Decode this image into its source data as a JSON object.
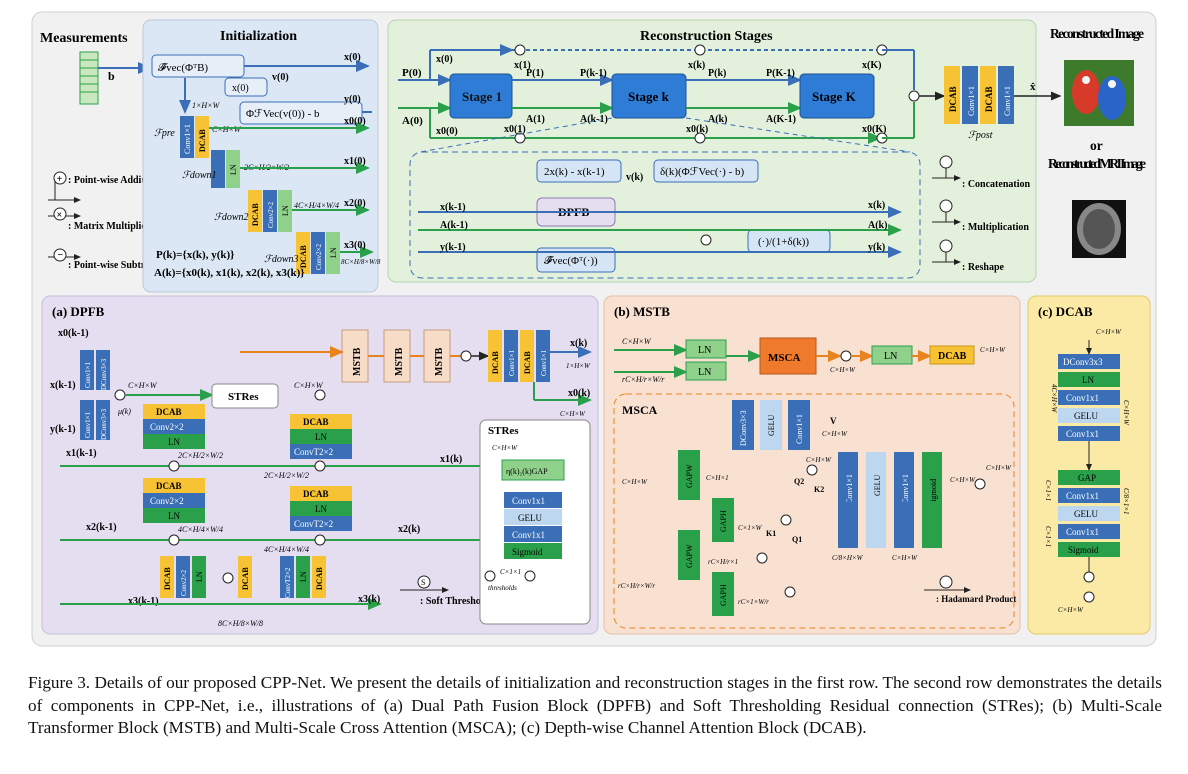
{
  "measurements": {
    "title": "Measurements",
    "b": "b"
  },
  "legend_left": {
    "addition": ": Point-wise Addition",
    "matmul": ": Matrix Multiplication",
    "subtraction": ": Point-wise Subtraction"
  },
  "init": {
    "title": "Initialization",
    "blocks": {
      "fvec_phiT_b": "𝓕̂vec(ΦᵀΒ)",
      "x0_box": "x(0)",
      "phi_box": "ΦℱVec(v(0)) - b",
      "conv": "Conv1×1",
      "dcab": "DCAB",
      "conv22": "Conv2×2",
      "ln": "LN"
    },
    "labels": {
      "x0": "x(0)",
      "v0": "v(0)",
      "y0": "y(0)",
      "x00": "x0(0)",
      "x10": "x1(0)",
      "x20": "x2(0)",
      "x30": "x3(0)",
      "dim_1hw": "1×H×W",
      "dim_chw": "C×H×W",
      "dim_2c": "2C×H/2×W/2",
      "dim_4c": "4C×H/4×W/4",
      "dim_8c": "8C×H/8×W/8",
      "fpre": "ℱpre",
      "fdown1": "ℱdown1",
      "fdown2": "ℱdown2",
      "fdown3": "ℱdown3",
      "pk": "P(k)={x(k), y(k)}",
      "ak": "A(k)={x0(k), x1(k), x2(k), x3(k)}"
    }
  },
  "recon": {
    "title": "Reconstruction Stages",
    "stages": [
      "Stage 1",
      "Stage k",
      "Stage K"
    ],
    "labels": {
      "p0": "P(0)",
      "a0": "A(0)",
      "p1": "P(1)",
      "a1": "A(1)",
      "pk1": "P(k-1)",
      "ak1": "A(k-1)",
      "pk": "P(k)",
      "ak": "A(k)",
      "pK1": "P(K-1)",
      "aK1": "A(K-1)",
      "x0": "x(0)",
      "x1": "x(1)",
      "xk": "x(k)",
      "xK": "x(K)",
      "x00": "x0(0)",
      "x01": "x0(1)",
      "x0k": "x0(k)",
      "x0K": "x0(K)"
    },
    "detail": {
      "top": "2x(k) - x(k-1)",
      "delta": "δ(k)(ΦℱVec(·) - b)",
      "dpfb": "DPFB",
      "fvec": "𝓕̂vec(Φᵀ(·))",
      "ratio": "(·)/(1+δ(k))",
      "xk1": "x(k-1)",
      "ak1": "A(k-1)",
      "yk1": "y(k-1)",
      "xk": "x(k)",
      "ak": "A(k)",
      "yk": "y(k)",
      "vk": "v(k)"
    },
    "post": {
      "dcab": "DCAB",
      "conv": "Conv1×1",
      "fpost": "ℱpost",
      "xhat": "x̂"
    }
  },
  "legend_right": {
    "concat": ": Concatenation",
    "mult": ": Multiplication",
    "reshape": ": Reshape"
  },
  "output": {
    "title1": "Reconstructed Image",
    "or": "or",
    "title2": "Reconstructed MRI Image"
  },
  "dpfb": {
    "title": "(a) DPFB",
    "blocks": {
      "conv11": "Conv1×1",
      "dconv33": "DConv3×3",
      "dcab": "DCAB",
      "conv22": "Conv2×2",
      "ln": "LN",
      "stres": "STRes",
      "mstb": "MSTB",
      "convt22": "ConvT2×2",
      "conv1x1": "Conv1×1"
    },
    "labels": {
      "x0k1": "x0(k-1)",
      "xk1": "x(k-1)",
      "yk1": "y(k-1)",
      "x1k1": "x1(k-1)",
      "x2k1": "x2(k-1)",
      "x3k1": "x3(k-1)",
      "mu": "μ(k)",
      "xk": "x(k)",
      "x0k": "x0(k)",
      "x1k": "x1(k)",
      "x2k": "x2(k)",
      "x3k": "x3(k)",
      "chw": "C×H×W",
      "c2": "2C×H/2×W/2",
      "c4": "4C×H/4×W/4",
      "c8": "8C×H/8×W/8",
      "one": "1×H×W",
      "soft": ": Soft Thresholding"
    },
    "stres": {
      "title": "STRes",
      "gap": "η(k)₂(k)GAP",
      "conv": "Conv1x1",
      "gelu": "GELU",
      "sig": "Sigmoid",
      "chw": "C×H×W",
      "c11": "C×1×1",
      "thr": "thresholds"
    }
  },
  "mstb": {
    "title": "(b) MSTB",
    "blocks": {
      "ln": "LN",
      "msca": "MSCA",
      "dcab": "DCAB"
    },
    "labels": {
      "in1": "C×H×W",
      "in2": "rC×H/r×W/r",
      "chw": "C×H×W",
      "out": "C×H×W"
    },
    "msca": {
      "title": "MSCA",
      "dconv": "DConv3×3",
      "gelu": "GELU",
      "conv": "Conv1×1",
      "gapw": "GAPW",
      "gaph": "GAPH",
      "sig": "Sigmoid",
      "v": "V",
      "q1": "Q1",
      "q2": "Q2",
      "k1": "K1",
      "k2": "K2",
      "hadamard": ": Hadamard Product",
      "chw": "C×H×W",
      "ch1": "C×H×1",
      "c1w": "C×1×W",
      "rch": "rC×H/r×1",
      "rc1w": "rC×1×W/r",
      "rchw": "rC×H/r×W/r",
      "c8": "C/8×H×W"
    }
  },
  "dcab": {
    "title": "(c) DCAB",
    "blocks": [
      "DConv3x3",
      "LN",
      "Conv1x1",
      "GELU",
      "Conv1x1",
      "GAP",
      "Conv1x1",
      "GELU",
      "Conv1x1",
      "Sigmoid"
    ],
    "labels": {
      "chw": "C×H×W",
      "side1": "4C×H×W",
      "side2": "C×1×1",
      "side3": "C/8×1×1"
    }
  },
  "caption": "Figure 3. Details of our proposed CPP-Net. We present the details of initialization and reconstruction stages in the first row. The second row demonstrates the details of components in CPP-Net, i.e., illustrations of (a) Dual Path Fusion Block (DPFB) and Soft Thresholding Residual connection (STRes); (b) Multi-Scale Transformer Block (MSTB) and Multi-Scale Cross Attention (MSCA); (c) Depth-wise Channel Attention Block (DCAB).",
  "colors": {
    "blue": "#3a6fb7",
    "green": "#2aa04a",
    "orange": "#e88420",
    "yellow": "#f7c234",
    "lnGreen": "#8fd08a",
    "lightBlue": "#bcd7ef",
    "peach": "#f7dcc8",
    "panelBlue": "#dbe7f4",
    "panelGreen": "#e3f1dc",
    "panelPurple": "#e5def0",
    "panelPeach": "#f9e1d2",
    "panelYellow": "#fbeaa6"
  }
}
